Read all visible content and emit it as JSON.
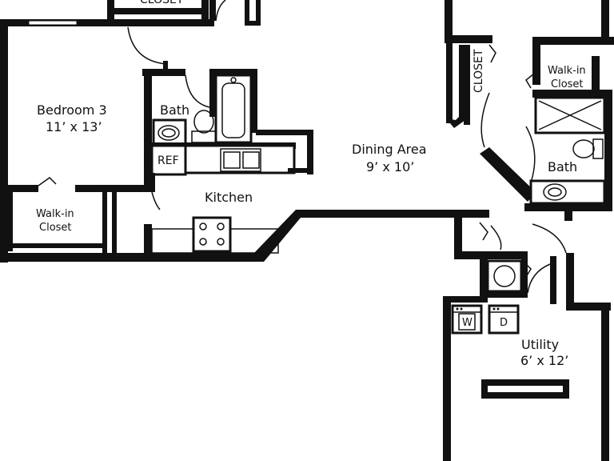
{
  "rooms": {
    "bedroom3": {
      "name": "Bedroom 3",
      "size": "11’ x 13’"
    },
    "bath_left": {
      "name": "Bath"
    },
    "ref": {
      "label": "REF"
    },
    "walkin_left": {
      "line1": "Walk-in",
      "line2": "Closet"
    },
    "kitchen": {
      "name": "Kitchen"
    },
    "dining": {
      "name": "Dining Area",
      "size": "9’ x 10’"
    },
    "closet_right": {
      "label": "CLOSET"
    },
    "walkin_right": {
      "line1": "Walk-in",
      "line2": "Closet"
    },
    "bath_right": {
      "name": "Bath"
    },
    "utility": {
      "name": "Utility",
      "size": "6’ x 12’"
    },
    "washer": {
      "label": "W"
    },
    "dryer": {
      "label": "D"
    },
    "top_closet": {
      "label": "CLOSET"
    }
  },
  "colors": {
    "wall": "#111111",
    "background": "#ffffff"
  }
}
